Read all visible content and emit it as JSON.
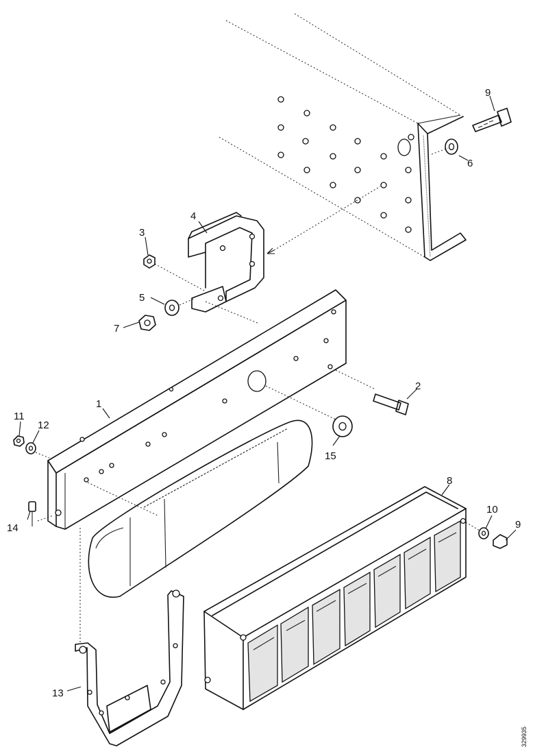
{
  "labels": {
    "p1": "1",
    "p2": "2",
    "p3": "3",
    "p4": "4",
    "p5": "5",
    "p6": "6",
    "p7": "7",
    "p8": "8",
    "p9a": "9",
    "p9b": "9",
    "p10": "10",
    "p11": "11",
    "p12": "12",
    "p13": "13",
    "p14": "14",
    "p15": "15"
  },
  "drawing_code": "329935"
}
